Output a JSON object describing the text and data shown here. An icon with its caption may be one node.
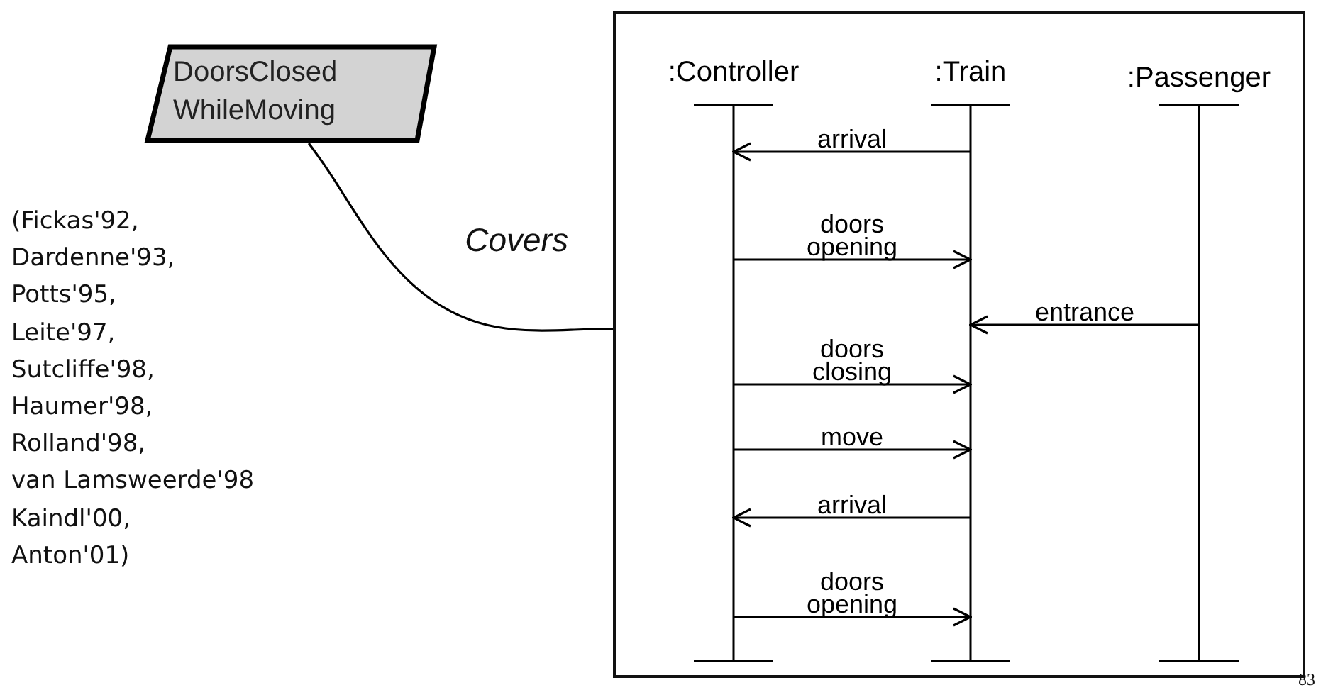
{
  "diagram": {
    "nodes": [
      {
        "text": [
          "DoorsClosed WhileMoving"
        ]
      },
      {
        "text": [],
        "shape": "box"
      },
      {
        "text": [
          ":Controller"
        ],
        "in": 1
      },
      {
        "text": [
          ":Train"
        ],
        "in": 1
      },
      {
        "text": [
          ":Passenger"
        ],
        "in": 1
      }
    ],
    "edges": [
      {
        "from": 0,
        "to": 1,
        "arrow": "none",
        "label": "Covers"
      },
      {
        "from": 3,
        "to": 2,
        "arrow": "to",
        "label": "arrival"
      },
      {
        "from": 2,
        "to": 3,
        "arrow": "to",
        "label": "doors opening"
      },
      {
        "from": 4,
        "to": 3,
        "arrow": "to",
        "label": "entrance"
      },
      {
        "from": 2,
        "to": 3,
        "arrow": "to",
        "label": "doors closing"
      },
      {
        "from": 2,
        "to": 3,
        "arrow": "to",
        "label": "move"
      },
      {
        "from": 3,
        "to": 2,
        "arrow": "to",
        "label": "arrival"
      },
      {
        "from": 2,
        "to": 3,
        "arrow": "to",
        "label": "doors opening"
      }
    ],
    "labels": [
      "(Fickas'92,",
      "Dardenne'93,",
      "Potts'95,",
      "Leite'97,",
      "Sutcliffe'98,",
      "Haumer'98,",
      "Rolland'98,",
      "van Lamsweerde'98",
      "Kaindl'00,",
      "Anton'01)",
      "83"
    ]
  }
}
